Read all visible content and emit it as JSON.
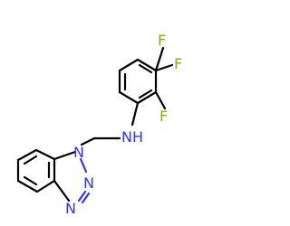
{
  "diagram": {
    "type": "chemical-structure",
    "atom_labels": {
      "f_top": "F",
      "f_right": "F",
      "f_lower": "F",
      "nh": "NH",
      "n1": "N",
      "n2": "N",
      "n3": "N"
    },
    "colors": {
      "bond": "#000000",
      "fluorine": "#7fb21a",
      "nitrogen": "#3333ff"
    }
  }
}
